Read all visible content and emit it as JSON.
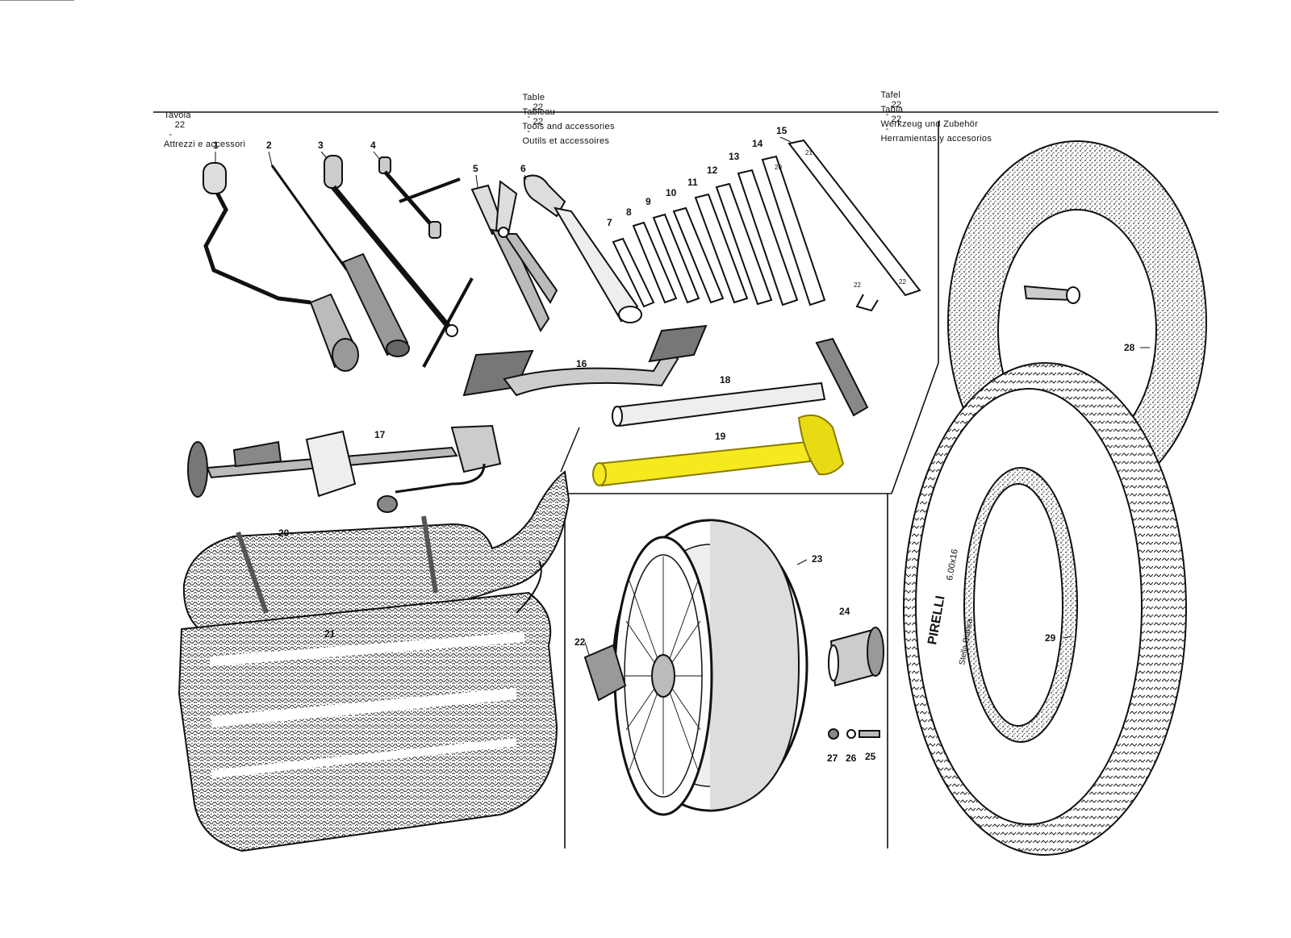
{
  "header": {
    "italian": {
      "word": "Tavola",
      "number": "22",
      "text": "Attrezzi e accessori"
    },
    "english": {
      "word": "Table",
      "number": "22",
      "text": "Tools and accessories"
    },
    "french": {
      "word": "Tableau",
      "number": "22",
      "text": "Outils et accessoires"
    },
    "german": {
      "word": "Tafel",
      "number": "22",
      "text": "Werkzeug und Zubehör"
    },
    "spanish": {
      "word": "Tabla",
      "number": "22",
      "text": "Herramientas y accesorios"
    },
    "dash": "-"
  },
  "callouts": [
    "1",
    "2",
    "3",
    "4",
    "5",
    "6",
    "7",
    "8",
    "9",
    "10",
    "11",
    "12",
    "13",
    "14",
    "15",
    "16",
    "17",
    "18",
    "19",
    "20",
    "21",
    "22",
    "23",
    "24",
    "25",
    "26",
    "27",
    "28",
    "29"
  ],
  "wrench_sizes": [
    "20",
    "21",
    "22",
    "22"
  ],
  "tyre_text": {
    "brand": "PIRELLI",
    "size": "6.00x16",
    "model": "Stella Bianca"
  },
  "colors": {
    "ink": "#111111",
    "highlight": "#f4ea1e",
    "highlight_edge": "#8a7a00",
    "paper": "#ffffff"
  },
  "highlighted_part": "19"
}
